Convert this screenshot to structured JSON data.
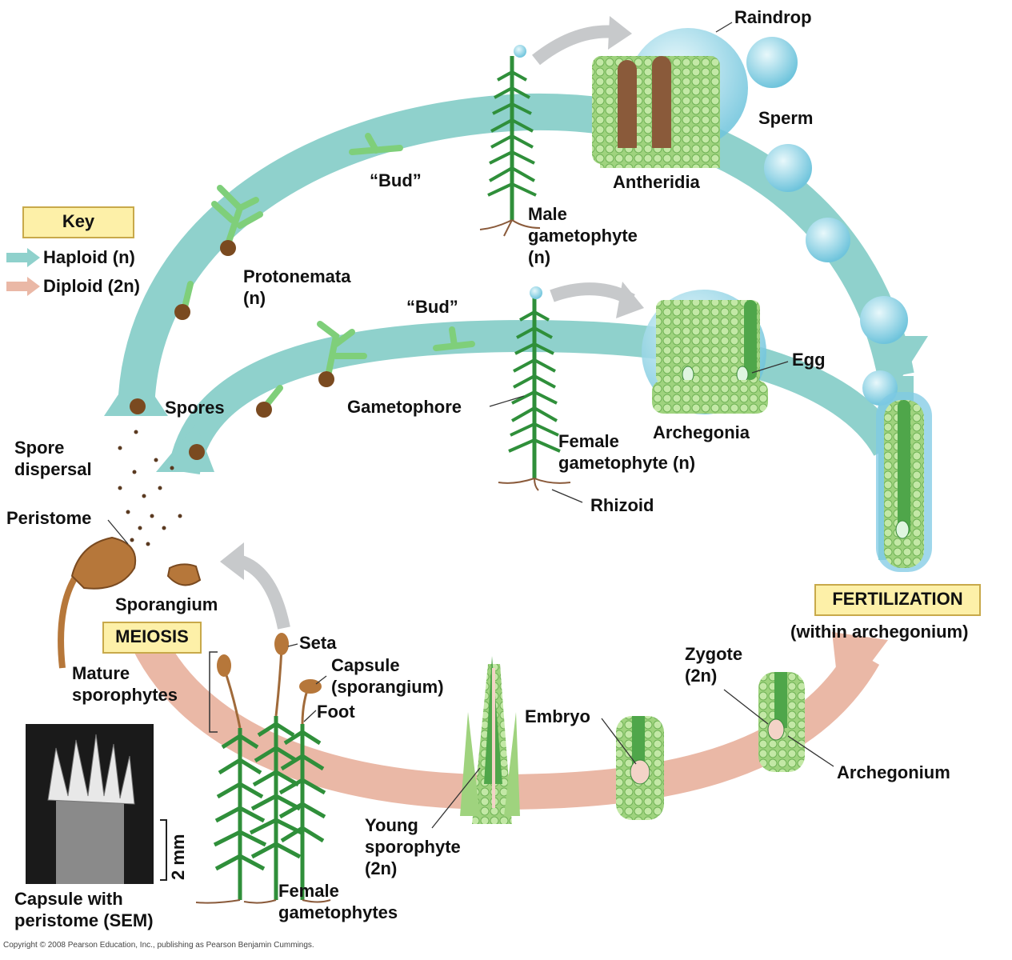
{
  "key": {
    "title": "Key",
    "haploid": "Haploid (n)",
    "diploid": "Diploid (2n)"
  },
  "stages": {
    "meiosis": "MEIOSIS",
    "fertilization": "FERTILIZATION",
    "fertilization_note": "(within archegonium)"
  },
  "labels": {
    "raindrop": "Raindrop",
    "sperm": "Sperm",
    "antheridia": "Antheridia",
    "bud_top": "“Bud”",
    "bud_inner": "“Bud”",
    "male_gametophyte": [
      "Male",
      "gametophyte",
      "(n)"
    ],
    "protonemata": [
      "Protonemata",
      "(n)"
    ],
    "spores": "Spores",
    "spore_dispersal": [
      "Spore",
      "dispersal"
    ],
    "peristome": "Peristome",
    "sporangium": "Sporangium",
    "gametophore": "Gametophore",
    "egg": "Egg",
    "archegonia": "Archegonia",
    "female_gametophyte": [
      "Female",
      "gametophyte (n)"
    ],
    "rhizoid": "Rhizoid",
    "zygote": [
      "Zygote",
      "(2n)"
    ],
    "archegonium": "Archegonium",
    "embryo": "Embryo",
    "young_sporophyte": [
      "Young",
      "sporophyte",
      "(2n)"
    ],
    "seta": "Seta",
    "capsule": [
      "Capsule",
      "(sporangium)"
    ],
    "foot": "Foot",
    "mature_sporophytes": [
      "Mature",
      "sporophytes"
    ],
    "female_gametophytes": [
      "Female",
      "gametophytes"
    ],
    "capsule_sem": [
      "Capsule with",
      "peristome (SEM)"
    ],
    "scale": "2 mm"
  },
  "copyright": "Copyright © 2008 Pearson Education, Inc., publishing as Pearson Benjamin Cummings.",
  "colors": {
    "haploid": "#8fd1cc",
    "diploid": "#eab8a6",
    "plant_green": "#2f8f3a",
    "cell_green": "#a8db8a",
    "key_box": "#fdf0a8"
  }
}
